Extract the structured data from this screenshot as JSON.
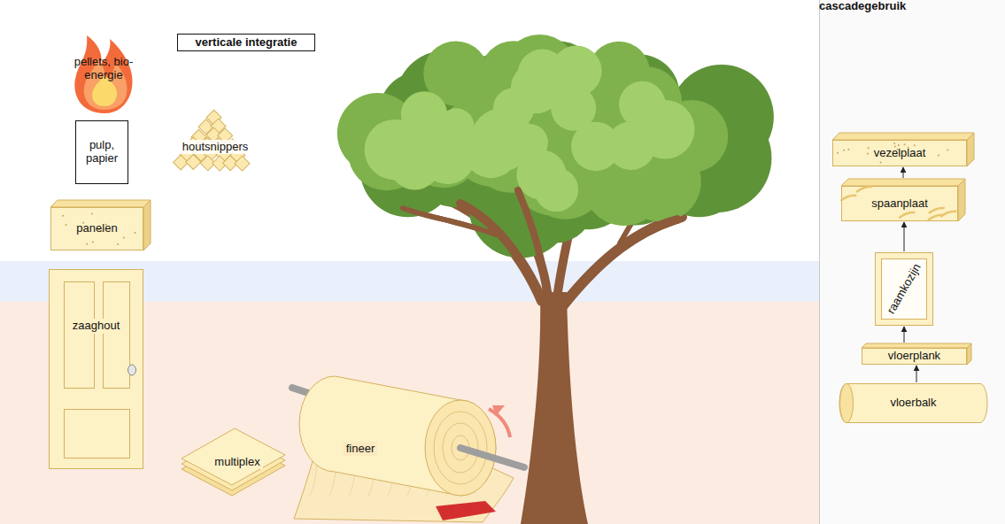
{
  "diagram": {
    "nodes": [
      {
        "text": [
          "pellets, bio-energie"
        ]
      },
      {
        "text": [
          "verticale integratie"
        ]
      },
      {
        "text": [
          "pulp, papier"
        ]
      },
      {
        "text": [
          "houtsnippers"
        ]
      },
      {
        "text": [
          "panelen"
        ]
      },
      {
        "text": [
          "zaaghout"
        ]
      },
      {
        "text": [
          "multiplex"
        ]
      },
      {
        "text": [
          "fineer"
        ]
      },
      {
        "text": [
          "cascadegebruik"
        ]
      },
      {
        "text": [
          "vezelplaat"
        ],
        "in": 8
      },
      {
        "text": [
          "spaanplaat"
        ],
        "in": 8
      },
      {
        "text": [
          "raamkozijn"
        ],
        "in": 8
      },
      {
        "text": [
          "vloerplank"
        ],
        "in": 8
      },
      {
        "text": [
          "vloerbalk"
        ],
        "in": 8
      }
    ],
    "edges": [
      {
        "from": 13,
        "to": 12,
        "arrow": "to"
      },
      {
        "from": 12,
        "to": 11,
        "arrow": "to"
      },
      {
        "from": 11,
        "to": 10,
        "arrow": "to"
      },
      {
        "from": 10,
        "to": 9,
        "arrow": "to"
      }
    ]
  }
}
